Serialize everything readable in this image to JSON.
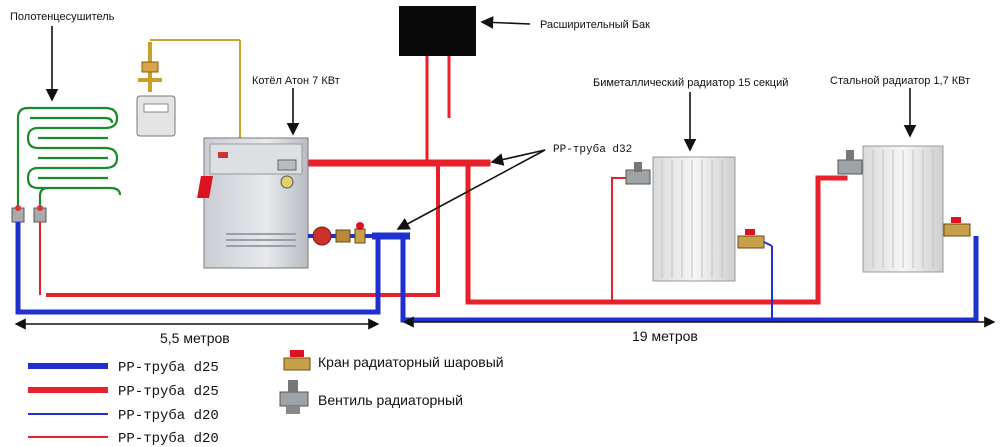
{
  "labels": {
    "towel_dryer": "Полотенцесушитель",
    "boiler": "Котёл Атон 7 КВт",
    "expansion_tank": "Расширительный Бак",
    "bimetal_radiator": "Биметаллический радиатор 15 секций",
    "steel_radiator": "Стальной радиатор 1,7 КВт",
    "pp_pipe_d32": "РР-труба d32",
    "dist_left": "5,5 метров",
    "dist_right": "19 метров"
  },
  "legend": {
    "pipes": [
      {
        "label": "РР-труба d25",
        "color": "#1f2fd0",
        "weight": "thick"
      },
      {
        "label": "РР-труба d25",
        "color": "#e8202a",
        "weight": "thick"
      },
      {
        "label": "РР-труба d20",
        "color": "#1f2fd0",
        "weight": "thin"
      },
      {
        "label": "РР-труба d20",
        "color": "#e8202a",
        "weight": "thin"
      }
    ],
    "valves": [
      {
        "label": "Кран радиаторный шаровый",
        "icon": "ball-valve-icon"
      },
      {
        "label": "Вентиль радиаторный",
        "icon": "radiator-valve-icon"
      }
    ]
  },
  "colors": {
    "supply": "#e8202a",
    "return": "#1f2fd0",
    "towel_coil": "#1a8a2a",
    "tank": "#0a0a0a"
  }
}
